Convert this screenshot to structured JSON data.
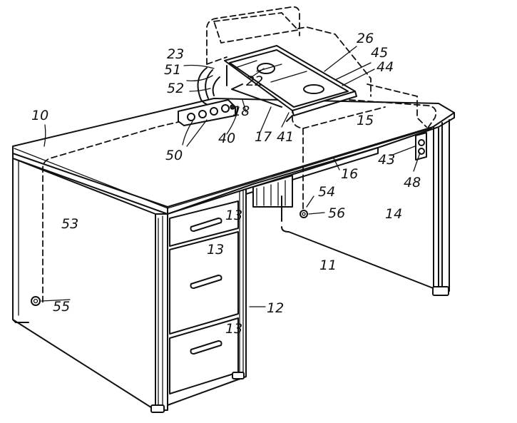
{
  "reference_numerals": [
    {
      "id": "10",
      "text": "10"
    },
    {
      "id": "11",
      "text": "11"
    },
    {
      "id": "12",
      "text": "12"
    },
    {
      "id": "13a",
      "text": "13"
    },
    {
      "id": "13b",
      "text": "13"
    },
    {
      "id": "13c",
      "text": "13"
    },
    {
      "id": "14",
      "text": "14"
    },
    {
      "id": "15",
      "text": "15"
    },
    {
      "id": "16",
      "text": "16"
    },
    {
      "id": "17",
      "text": "17"
    },
    {
      "id": "18",
      "text": "18"
    },
    {
      "id": "22",
      "text": "22"
    },
    {
      "id": "23",
      "text": "23"
    },
    {
      "id": "26",
      "text": "26"
    },
    {
      "id": "40",
      "text": "40"
    },
    {
      "id": "41",
      "text": "41"
    },
    {
      "id": "43",
      "text": "43"
    },
    {
      "id": "44",
      "text": "44"
    },
    {
      "id": "45",
      "text": "45"
    },
    {
      "id": "48",
      "text": "48"
    },
    {
      "id": "50",
      "text": "50"
    },
    {
      "id": "51",
      "text": "51"
    },
    {
      "id": "52",
      "text": "52"
    },
    {
      "id": "53",
      "text": "53"
    },
    {
      "id": "54",
      "text": "54"
    },
    {
      "id": "55",
      "text": "55"
    },
    {
      "id": "56",
      "text": "56"
    }
  ]
}
